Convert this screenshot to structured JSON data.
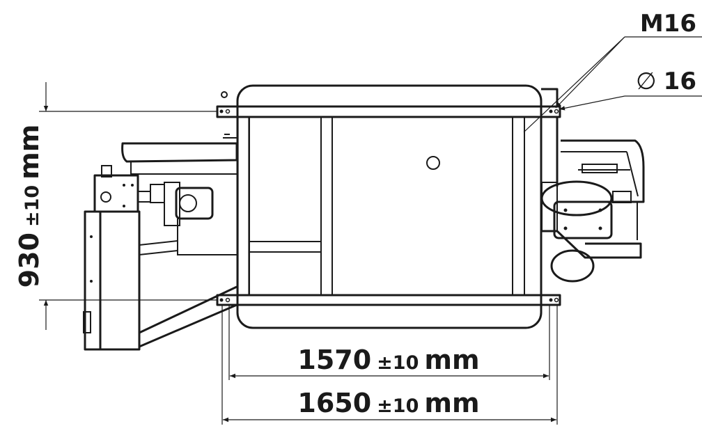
{
  "dimensions": {
    "height_main": "930",
    "height_tol": "±10",
    "height_unit": "mm",
    "width_inner_main": "1570",
    "width_inner_tol": "±10",
    "width_inner_unit": "mm",
    "width_outer_main": "1650",
    "width_outer_tol": "±10",
    "width_outer_unit": "mm"
  },
  "callouts": {
    "thread": "M16",
    "diameter_symbol": "∅",
    "diameter_value": "16"
  },
  "colors": {
    "line": "#1a1a1a",
    "background": "#ffffff"
  }
}
